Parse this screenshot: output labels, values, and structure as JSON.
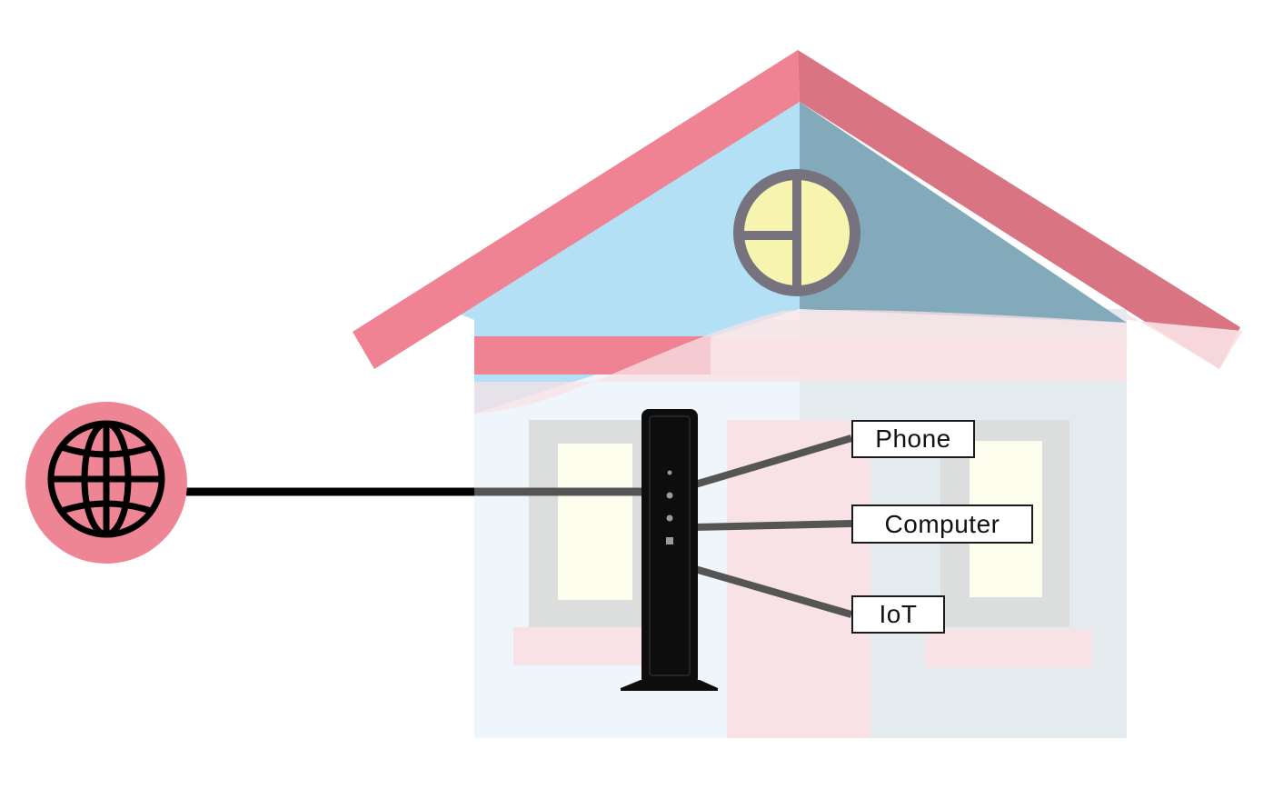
{
  "labels": {
    "phone": "Phone",
    "computer": "Computer",
    "iot": "IoT"
  },
  "icons": {
    "internet": "globe-icon",
    "modem": "cable-modem",
    "house": "house-illustration"
  },
  "colors": {
    "roof": "#ef8393",
    "roof_dark": "#d97583",
    "gable_light": "#b3e0f5",
    "gable_dark": "#82aabb",
    "wall_left": "#eef6fc",
    "wall_right": "#e4ebef",
    "window_frame": "#dcdedd",
    "window_glass": "#fefeee",
    "pink_band": "#f8e2e6",
    "attic_window_fill": "#f7f4b0",
    "attic_window_frame": "#76737e",
    "modem_body": "#0d0d0d",
    "globe_circle": "#ee8595",
    "cable": "#000000"
  }
}
